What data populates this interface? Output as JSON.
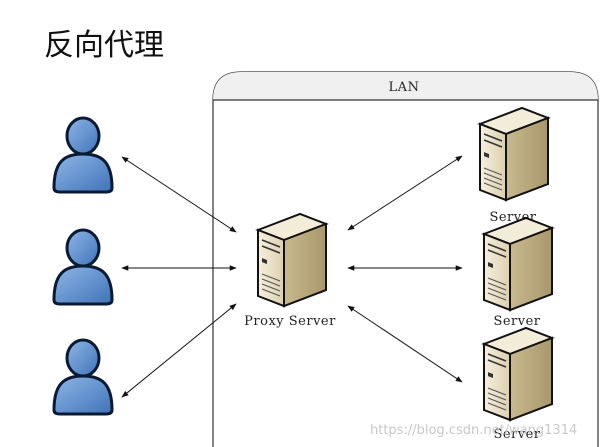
{
  "title": "反向代理",
  "lan": {
    "label": "LAN"
  },
  "proxy": {
    "label": "Proxy Server"
  },
  "servers": [
    {
      "label": "Server"
    },
    {
      "label": "Server"
    },
    {
      "label": "Server"
    }
  ],
  "watermark": "https://blog.csdn.net/wang1314",
  "colors": {
    "user_fill": "#5b8fd0",
    "user_stroke": "#0b1a33",
    "server_front": "#eae2cc",
    "server_side": "#cdbf9a",
    "lan_header": "#eeeeee"
  }
}
